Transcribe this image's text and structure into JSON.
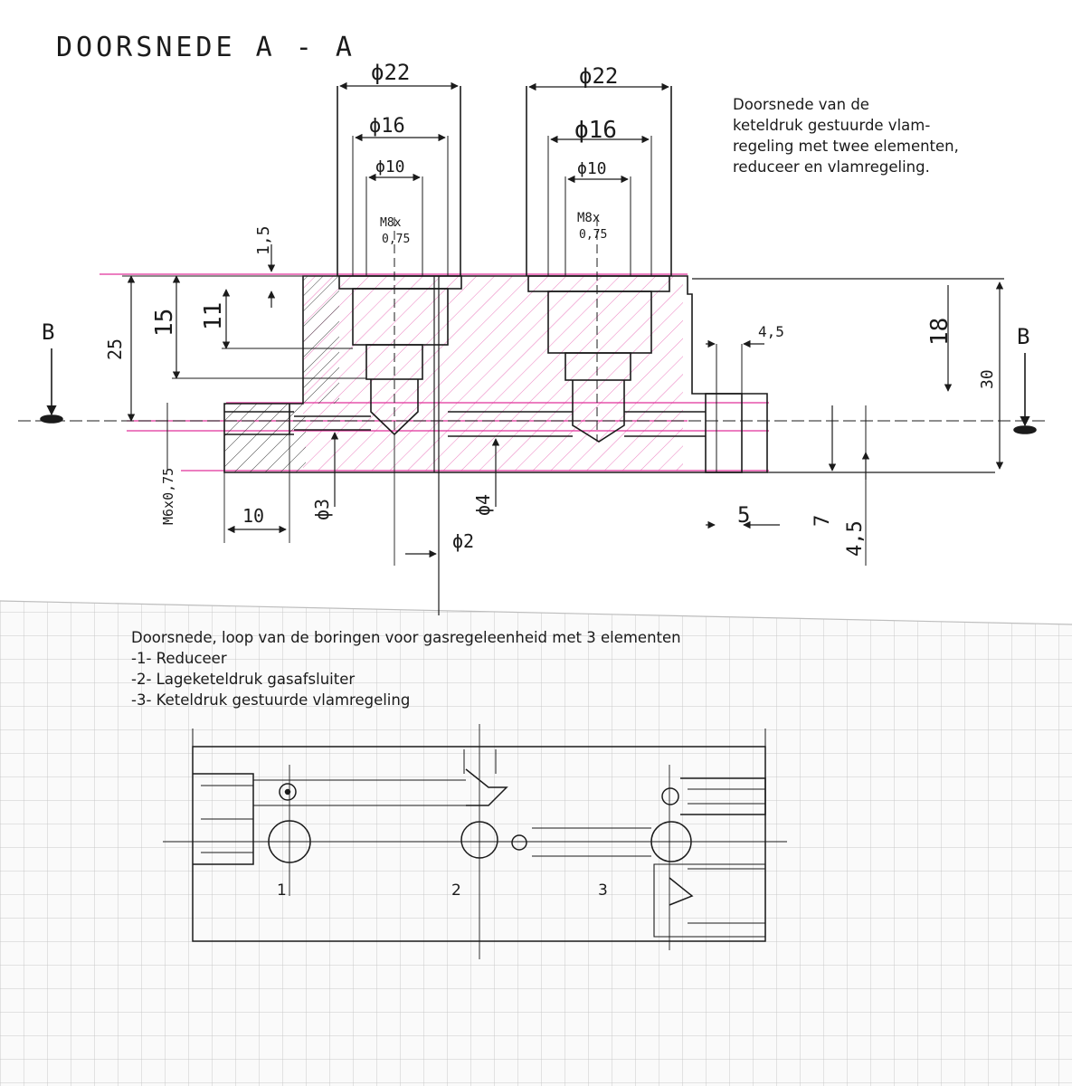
{
  "top_drawing": {
    "title": "DOORSNEDE A - A",
    "section_marker_left": "B",
    "section_marker_right": "B",
    "dimensions": {
      "left_dia_outer": "ϕ22",
      "left_dia_mid": "ϕ16",
      "left_dia_inner": "ϕ10",
      "left_thread": "M8x",
      "left_thread_pitch": "0,75",
      "right_dia_outer": "ϕ22",
      "right_dia_mid": "ϕ16",
      "right_dia_inner": "ϕ10",
      "right_thread": "M8x",
      "right_thread_pitch": "0,75",
      "d_1_5": "1,5",
      "d_25": "25",
      "d_15": "15",
      "d_11": "11",
      "d_m6": "M6x0,75",
      "d_10": "10",
      "d_phi3": "ϕ3",
      "d_phi4": "ϕ4",
      "d_phi2": "ϕ2",
      "d_4_5": "4,5",
      "d_18": "18",
      "d_30": "30",
      "d_5": "5",
      "d_7": "7",
      "d_4_5b": "4,5"
    },
    "caption": [
      "Doorsnede van de",
      "keteldruk gestuurde vlam-",
      "regeling met twee elementen,",
      "reduceer en vlamregeling."
    ]
  },
  "bottom_drawing": {
    "caption": [
      "Doorsnede, loop van de boringen voor gasregeleenheid met 3 elementen",
      "-1- Reduceer",
      "-2- Lageketeldruk gasafsluiter",
      "-3- Keteldruk gestuurde vlamregeling"
    ],
    "element_labels": [
      "1",
      "2",
      "3"
    ]
  },
  "colors": {
    "ink": "#1b1b1b",
    "magenta": "#e0309a",
    "grid": "#c9c9c9",
    "paper": "#ffffff"
  }
}
